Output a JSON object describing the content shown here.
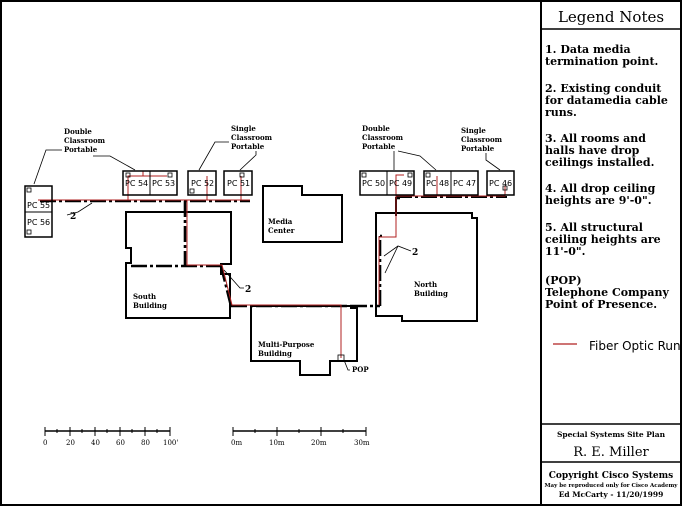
{
  "legend": {
    "title": "Legend Notes",
    "notes": [
      "1. Data media\ntermination point.",
      "2. Existing conduit\nfor datamedia cable\nruns.",
      "3. All rooms and\nhalls have drop\nceilings installed.",
      "4. All drop ceiling\nheights are 9'-0\".",
      "5. All structural\nceiling heights are\n11'-0\"."
    ],
    "pop_note": "(POP)\nTelephone Company\nPoint of Presence.",
    "fiber_label": "Fiber Optic Run"
  },
  "title_block": {
    "plan_title": "Special Systems Site Plan",
    "author": "R. E. Miller",
    "copyright": "Copyright Cisco Systems",
    "reproduction_note": "May be reproduced only for Cisco Academy",
    "drafter": "Ed McCarty - 11/20/1999"
  },
  "buildings": {
    "media_center": [
      "Media",
      "Center"
    ],
    "south": [
      "South",
      "Building"
    ],
    "north": [
      "North",
      "Building"
    ],
    "multi_purpose": [
      "Multi-Purpose",
      "Building"
    ]
  },
  "portables": {
    "double_left": [
      "Double",
      "Classroom",
      "Portable"
    ],
    "single_left": [
      "Single",
      "Classroom",
      "Portable"
    ],
    "double_right": [
      "Double",
      "Classroom",
      "Portable"
    ],
    "single_right": [
      "Single",
      "Classroom",
      "Portable"
    ]
  },
  "pcs": {
    "pc55": "PC 55",
    "pc56": "PC 56",
    "pc54": "PC 54",
    "pc53": "PC 53",
    "pc52": "PC 52",
    "pc51": "PC 51",
    "pc50": "PC 50",
    "pc49a": "PC 49",
    "pc48": "PC 48",
    "pc47": "PC 47",
    "pc46": "PC 46"
  },
  "callouts": {
    "conduit": "2",
    "pop": "POP"
  },
  "scale_feet": {
    "ticks": [
      "0",
      "20",
      "40",
      "60",
      "80",
      "100'"
    ]
  },
  "scale_meters": {
    "ticks": [
      "0m",
      "10m",
      "20m",
      "30m"
    ]
  },
  "colors": {
    "fiber": "#b02020",
    "ink": "#000000"
  }
}
